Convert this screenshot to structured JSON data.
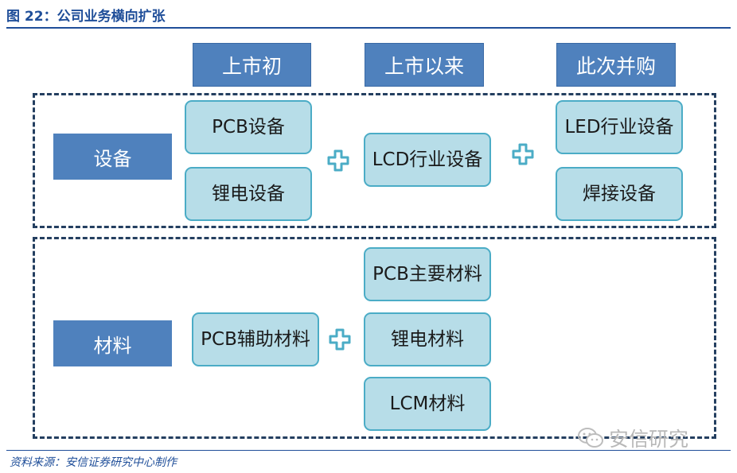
{
  "figure": {
    "title": "图 22：公司业务横向扩张",
    "source": "资料来源：安信证券研究中心制作"
  },
  "headers": [
    "上市初",
    "上市以来",
    "此次并购"
  ],
  "categories": {
    "equipment": "设备",
    "materials": "材料"
  },
  "equipment": {
    "initial": [
      "PCB设备",
      "锂电设备"
    ],
    "since_listing": [
      "LCD行业设备"
    ],
    "acquisition": [
      "LED行业设备",
      "焊接设备"
    ]
  },
  "materials": {
    "initial": [
      "PCB辅助材料"
    ],
    "since_listing": [
      "PCB主要材料",
      "锂电材料",
      "LCM材料"
    ]
  },
  "watermark": "安信研究",
  "colors": {
    "accent": "#4f81bd",
    "box_fill": "#b7dde8",
    "box_border": "#4bacc6",
    "title": "#1f4e99",
    "dash": "#243f60"
  }
}
